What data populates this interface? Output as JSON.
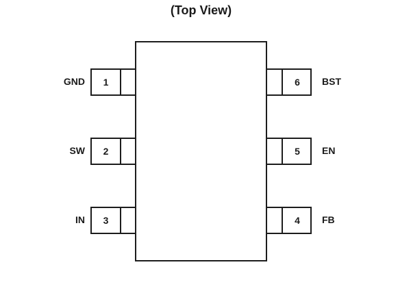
{
  "title": "(Top View)",
  "colors": {
    "background": "#ffffff",
    "line": "#1c1c1c",
    "text": "#1a1a1a"
  },
  "pins": [
    {
      "number": "1",
      "label": "GND",
      "side": "left"
    },
    {
      "number": "2",
      "label": "SW",
      "side": "left"
    },
    {
      "number": "3",
      "label": "IN",
      "side": "left"
    },
    {
      "number": "4",
      "label": "FB",
      "side": "right"
    },
    {
      "number": "5",
      "label": "EN",
      "side": "right"
    },
    {
      "number": "6",
      "label": "BST",
      "side": "right"
    }
  ]
}
